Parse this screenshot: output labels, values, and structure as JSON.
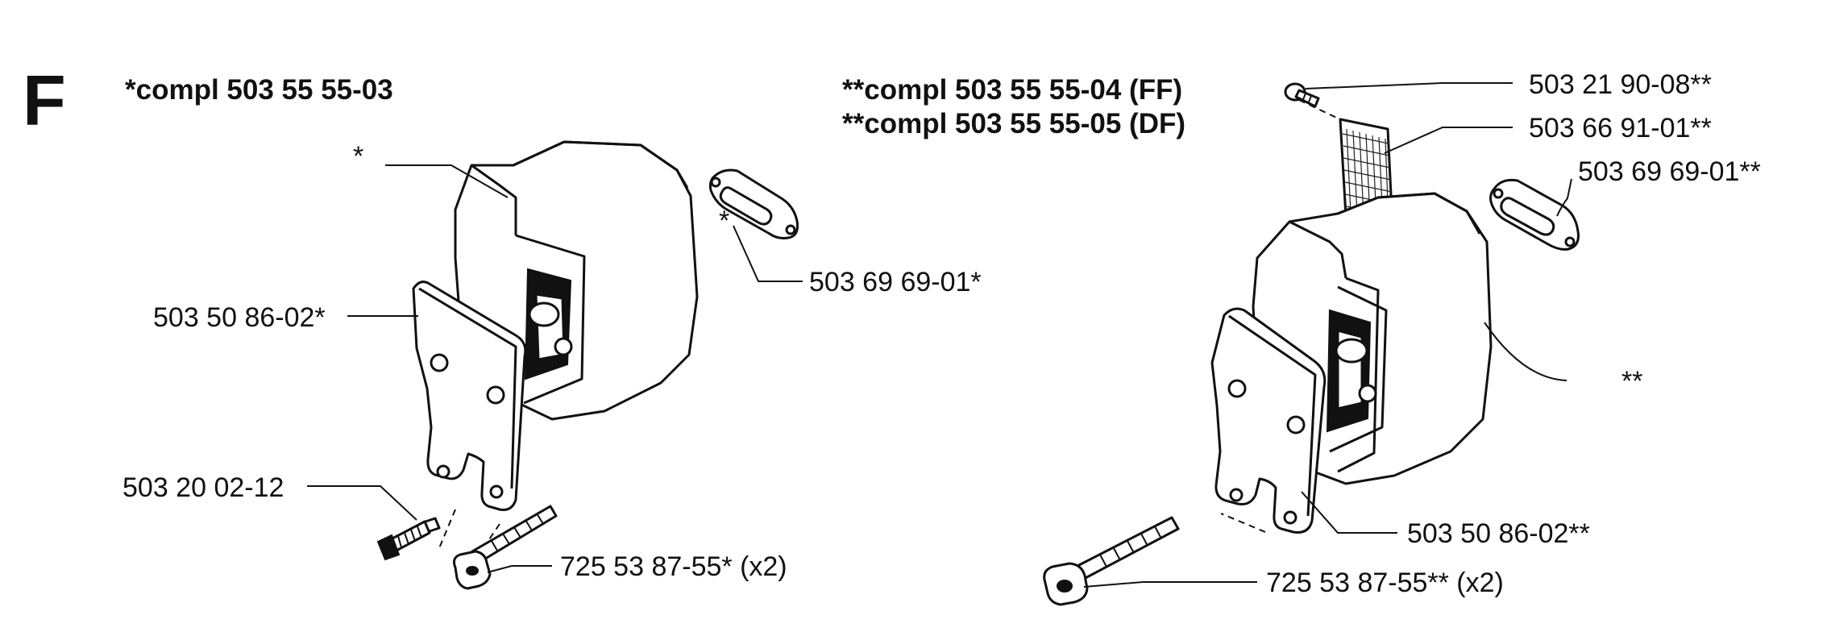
{
  "section": {
    "letter": "F"
  },
  "left_kit": {
    "title": "*compl 503 55 55-03",
    "callouts": {
      "muffler_star": "*",
      "gasket_star": "*"
    },
    "parts": {
      "gasket": "503 69 69-01*",
      "plate": "503 50 86-02*",
      "screw": "503 20 02-12",
      "bolt": "725 53 87-55* (x2)"
    }
  },
  "right_kit": {
    "title_ff": "**compl 503 55 55-04 (FF)",
    "title_df": "**compl 503 55 55-05 (DF)",
    "callouts": {
      "muffler_star": "**"
    },
    "parts": {
      "small_screw": "503 21 90-08**",
      "screen": "503 66 91-01**",
      "gasket": "503 69 69-01**",
      "plate": "503 50 86-02**",
      "bolt": "725 53 87-55** (x2)"
    }
  }
}
